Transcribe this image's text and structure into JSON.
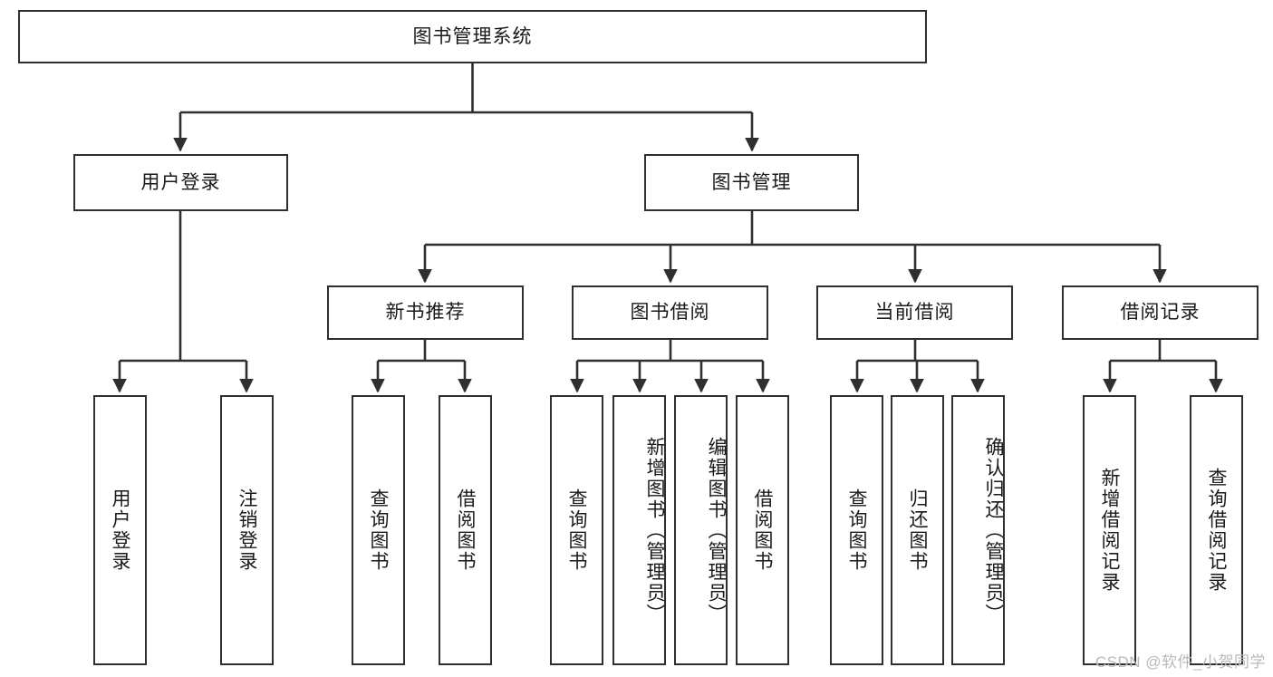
{
  "diagram": {
    "title": "图书管理系统",
    "type": "tree",
    "root": {
      "label": "图书管理系统"
    },
    "level2": [
      {
        "label": "用户登录"
      },
      {
        "label": "图书管理"
      }
    ],
    "level3": [
      {
        "label": "新书推荐"
      },
      {
        "label": "图书借阅"
      },
      {
        "label": "当前借阅"
      },
      {
        "label": "借阅记录"
      }
    ],
    "leaves": {
      "user_login": [
        {
          "label": "用户登录"
        },
        {
          "label": "注销登录"
        }
      ],
      "new_book_recommend": [
        {
          "label": "查询图书"
        },
        {
          "label": "借阅图书"
        }
      ],
      "book_borrow": [
        {
          "label": "查询图书"
        },
        {
          "label": "新增图书（管理员）"
        },
        {
          "label": "编辑图书（管理员）"
        },
        {
          "label": "借阅图书"
        }
      ],
      "current_borrow": [
        {
          "label": "查询图书"
        },
        {
          "label": "归还图书"
        },
        {
          "label": "确认归还（管理员）"
        }
      ],
      "borrow_record": [
        {
          "label": "新增借阅记录"
        },
        {
          "label": "查询借阅记录"
        }
      ]
    }
  },
  "watermark": {
    "text": "CSDN @软件_小贺同学"
  },
  "colors": {
    "stroke": "#2f2f2f",
    "background": "#ffffff",
    "text": "#1a1a1a",
    "watermark": "#b9b9b9"
  }
}
